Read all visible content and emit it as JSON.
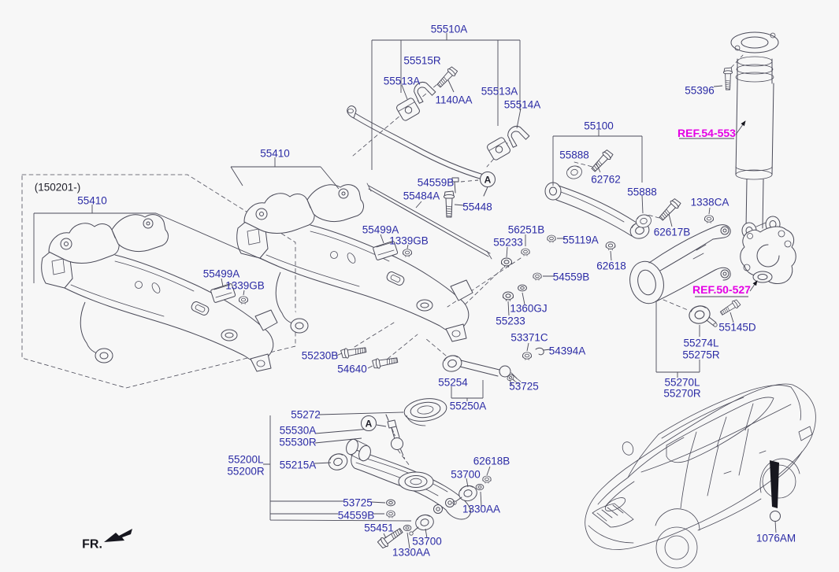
{
  "diagram": {
    "fr_label": "FR.",
    "variant_note": "(150201-)",
    "marker_a": "A",
    "colors": {
      "part_label": "#2b2ba5",
      "ref_label": "#e400e4",
      "line": "#4a4a58",
      "background": "#f7f7f7",
      "dark_text": "#17171f"
    },
    "refs": {
      "ref54": "REF.54-553",
      "ref50": "REF.50-527"
    },
    "parts": {
      "p55510A": "55510A",
      "p55515R": "55515R",
      "p55513A_l": "55513A",
      "p1140AA": "1140AA",
      "p55513A_r": "55513A",
      "p55514A": "55514A",
      "p55100": "55100",
      "p55888_u": "55888",
      "p62762": "62762",
      "p55888_l": "55888",
      "p55396": "55396",
      "p55410_l": "55410",
      "p55410_c": "55410",
      "p55499A_l": "55499A",
      "p1339GB_l": "1339GB",
      "p54559B_t": "54559B",
      "p55484A": "55484A",
      "p55448": "55448",
      "p55499A_c": "55499A",
      "p1339GB_c": "1339GB",
      "p56251B": "56251B",
      "p55233_u": "55233",
      "p55119A": "55119A",
      "p62618": "62618",
      "p54559B_m": "54559B",
      "p1360GJ": "1360GJ",
      "p55233_l": "55233",
      "p53371C": "53371C",
      "p54394A": "54394A",
      "p1338CA": "1338CA",
      "p62617B": "62617B",
      "p55145D": "55145D",
      "p55274L": "55274L",
      "p55275R": "55275R",
      "p55270L": "55270L",
      "p55270R": "55270R",
      "p55230B": "55230B",
      "p54640": "54640",
      "p55254": "55254",
      "p53725_r": "53725",
      "p55250A": "55250A",
      "p55272": "55272",
      "p55530A": "55530A",
      "p55530R": "55530R",
      "p55200L": "55200L",
      "p55200R": "55200R",
      "p55215A": "55215A",
      "p62618B": "62618B",
      "p53700_r": "53700",
      "p1330AA_r": "1330AA",
      "p53725_l": "53725",
      "p54559B_b": "54559B",
      "p55451": "55451",
      "p53700_b": "53700",
      "p1330AA_b": "1330AA",
      "p1076AM": "1076AM"
    }
  }
}
